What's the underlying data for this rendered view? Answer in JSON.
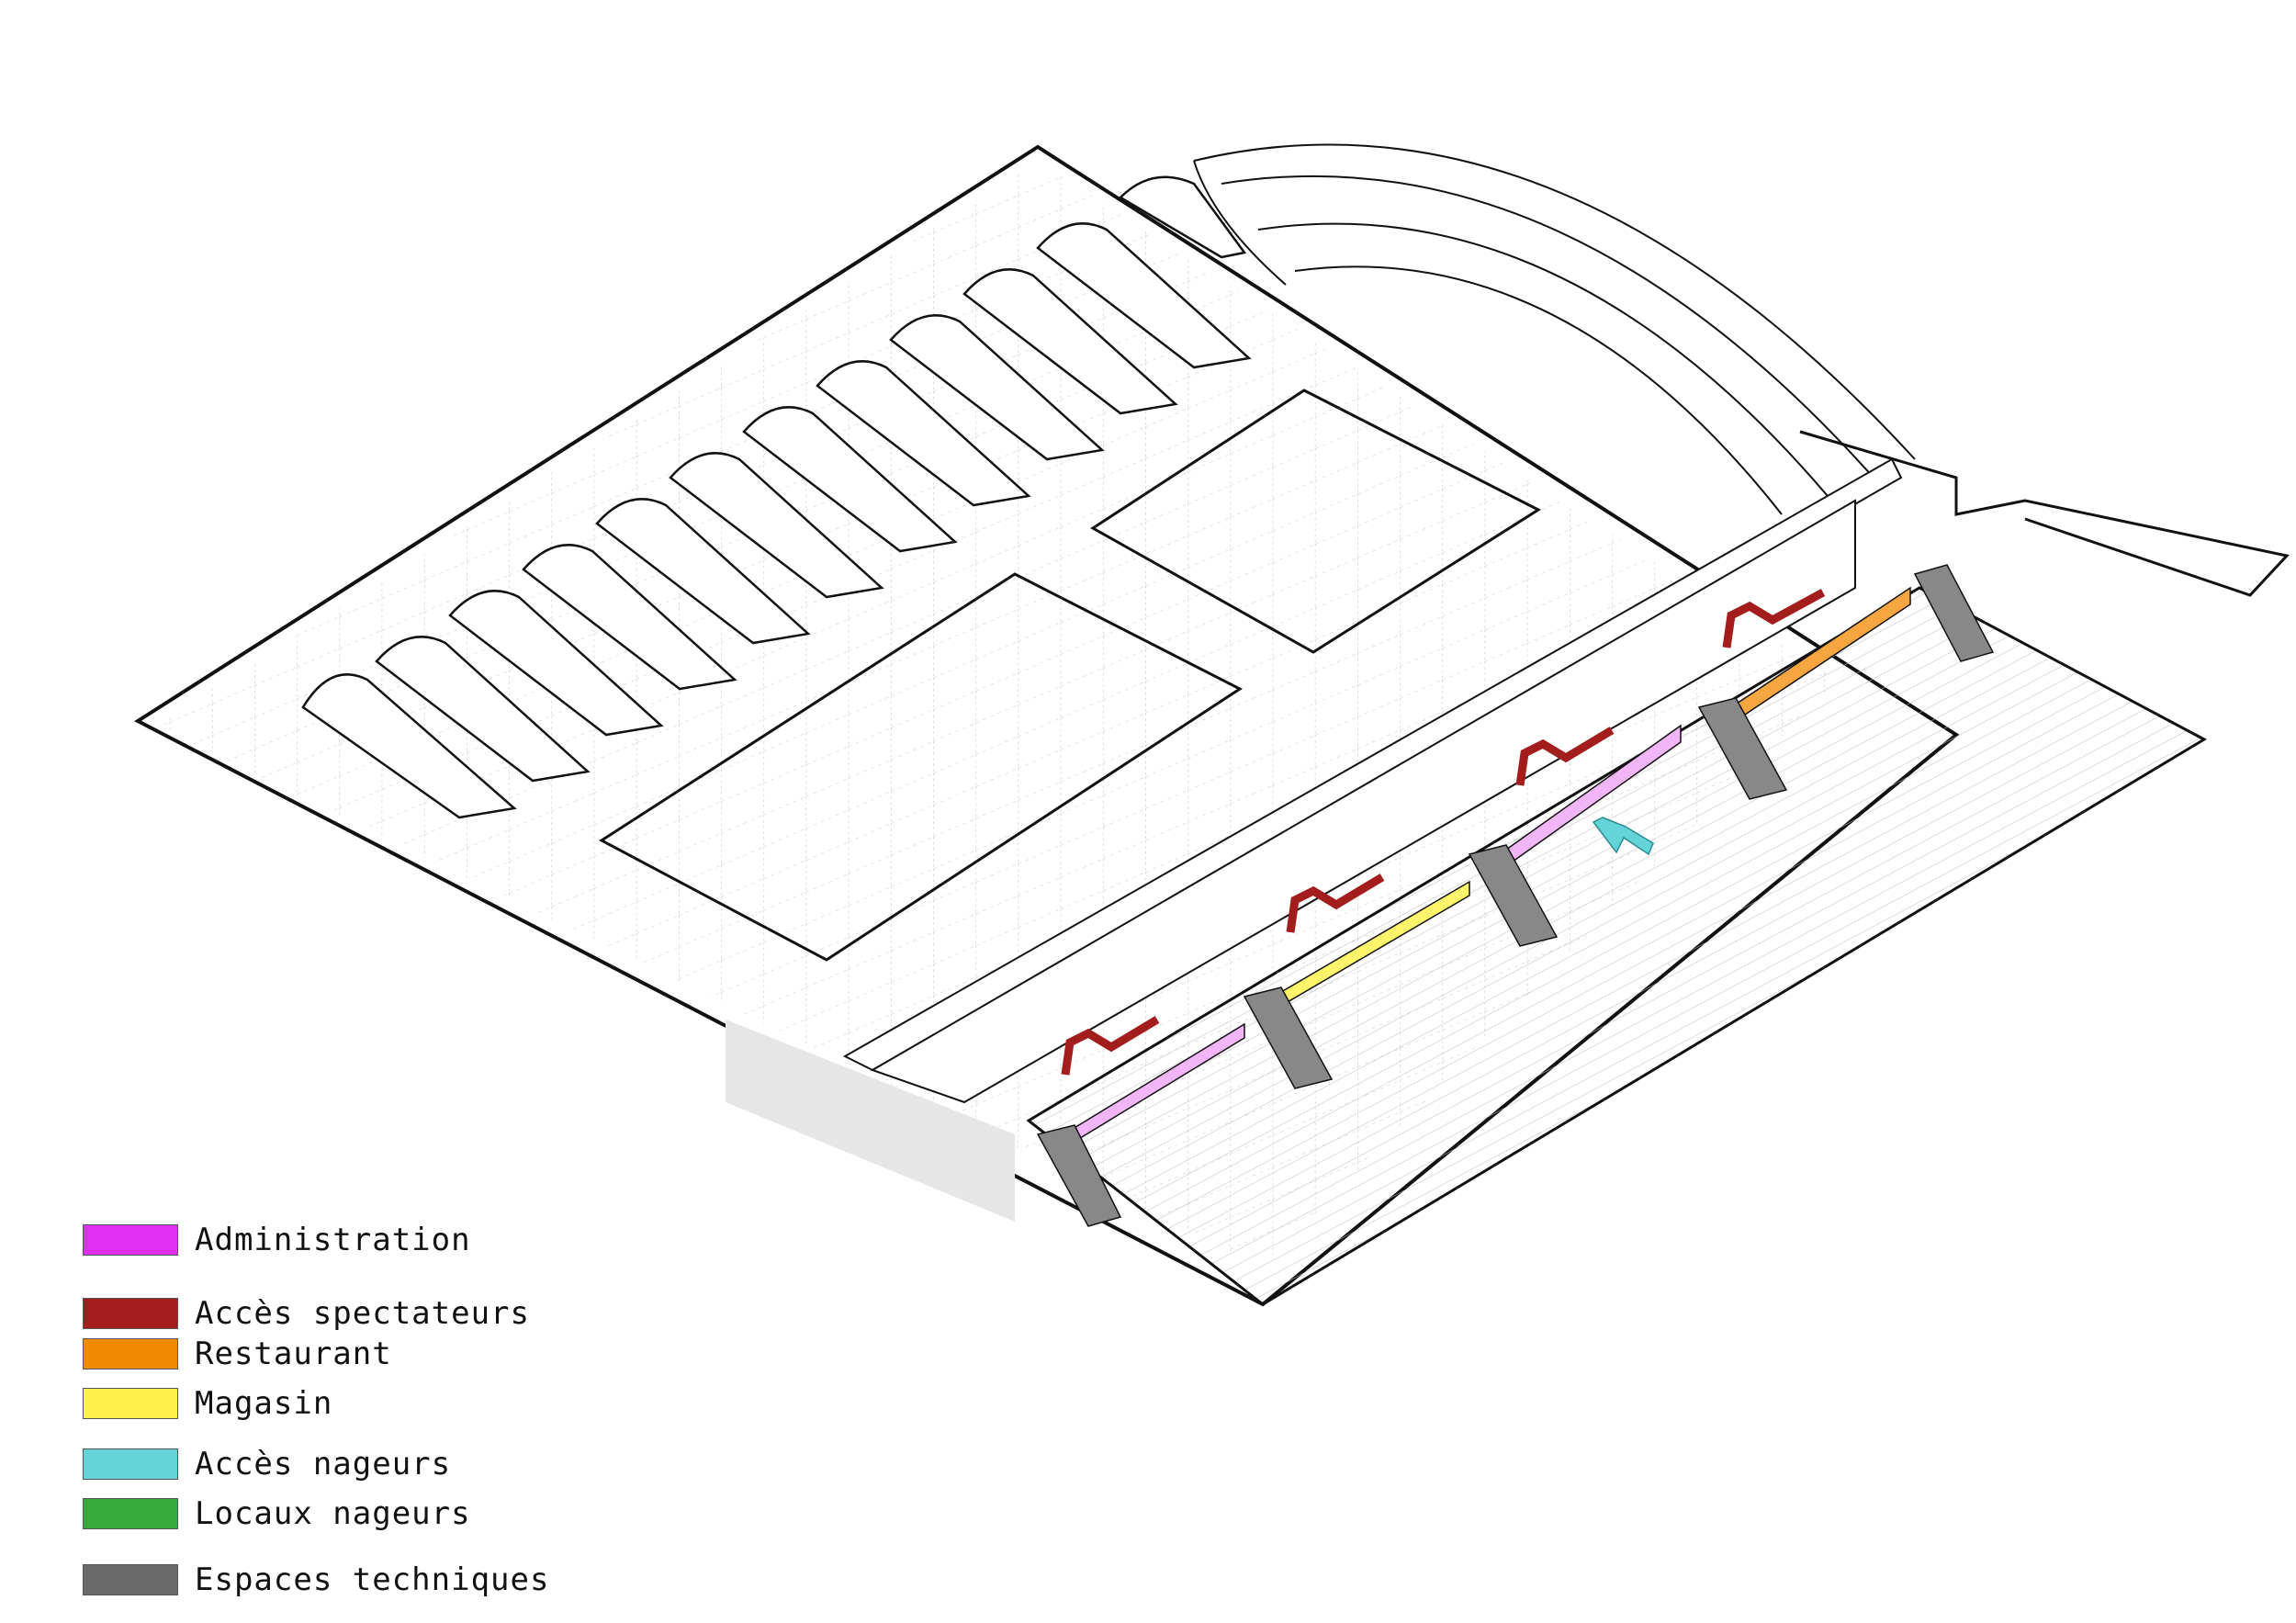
{
  "legend": {
    "items": [
      {
        "label": "Administration",
        "color": "#e02ef2"
      },
      {
        "label": "Accès spectateurs",
        "color": "#a31d1d"
      },
      {
        "label": "Restaurant",
        "color": "#f08a00"
      },
      {
        "label": "Magasin",
        "color": "#fff04a"
      },
      {
        "label": "Accès nageurs",
        "color": "#64d4d8"
      },
      {
        "label": "Locaux nageurs",
        "color": "#36a83c"
      },
      {
        "label": "Espaces techniques",
        "color": "#6a6a6a"
      }
    ]
  },
  "colors": {
    "line": "#111111",
    "light_line": "#8a8a8a",
    "hatch": "#c8c8c8",
    "administration": "#f2b6f8",
    "restaurant": "#f6a640",
    "magasin": "#fff46a",
    "spectator_arrow": "#a31d1d",
    "swimmer_arrow": "#64d4d8"
  }
}
